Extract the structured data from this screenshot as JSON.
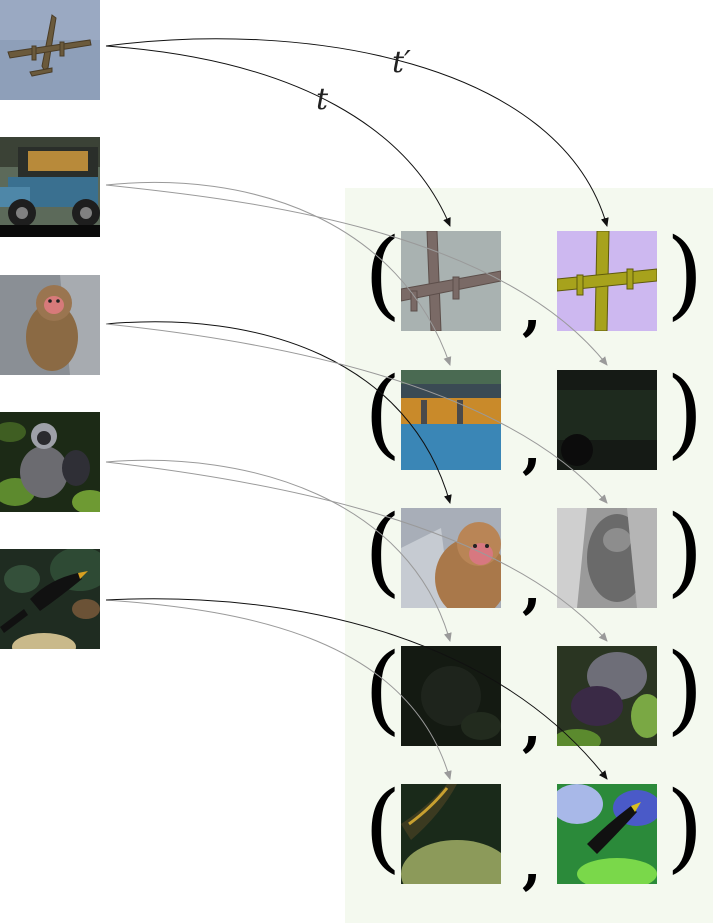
{
  "labels": {
    "t": "t",
    "t_prime": "t′"
  },
  "pair_glyphs": {
    "open": "(",
    "close": ")",
    "separator": ","
  },
  "source_images": [
    "airplane-image",
    "vintage-car-image",
    "macaque-image",
    "langur-monkey-image",
    "myna-bird-image"
  ],
  "colors": {
    "panel": "#f4f9ef",
    "arrow_primary": "#111111",
    "arrow_secondary": "#9a9a9a"
  }
}
